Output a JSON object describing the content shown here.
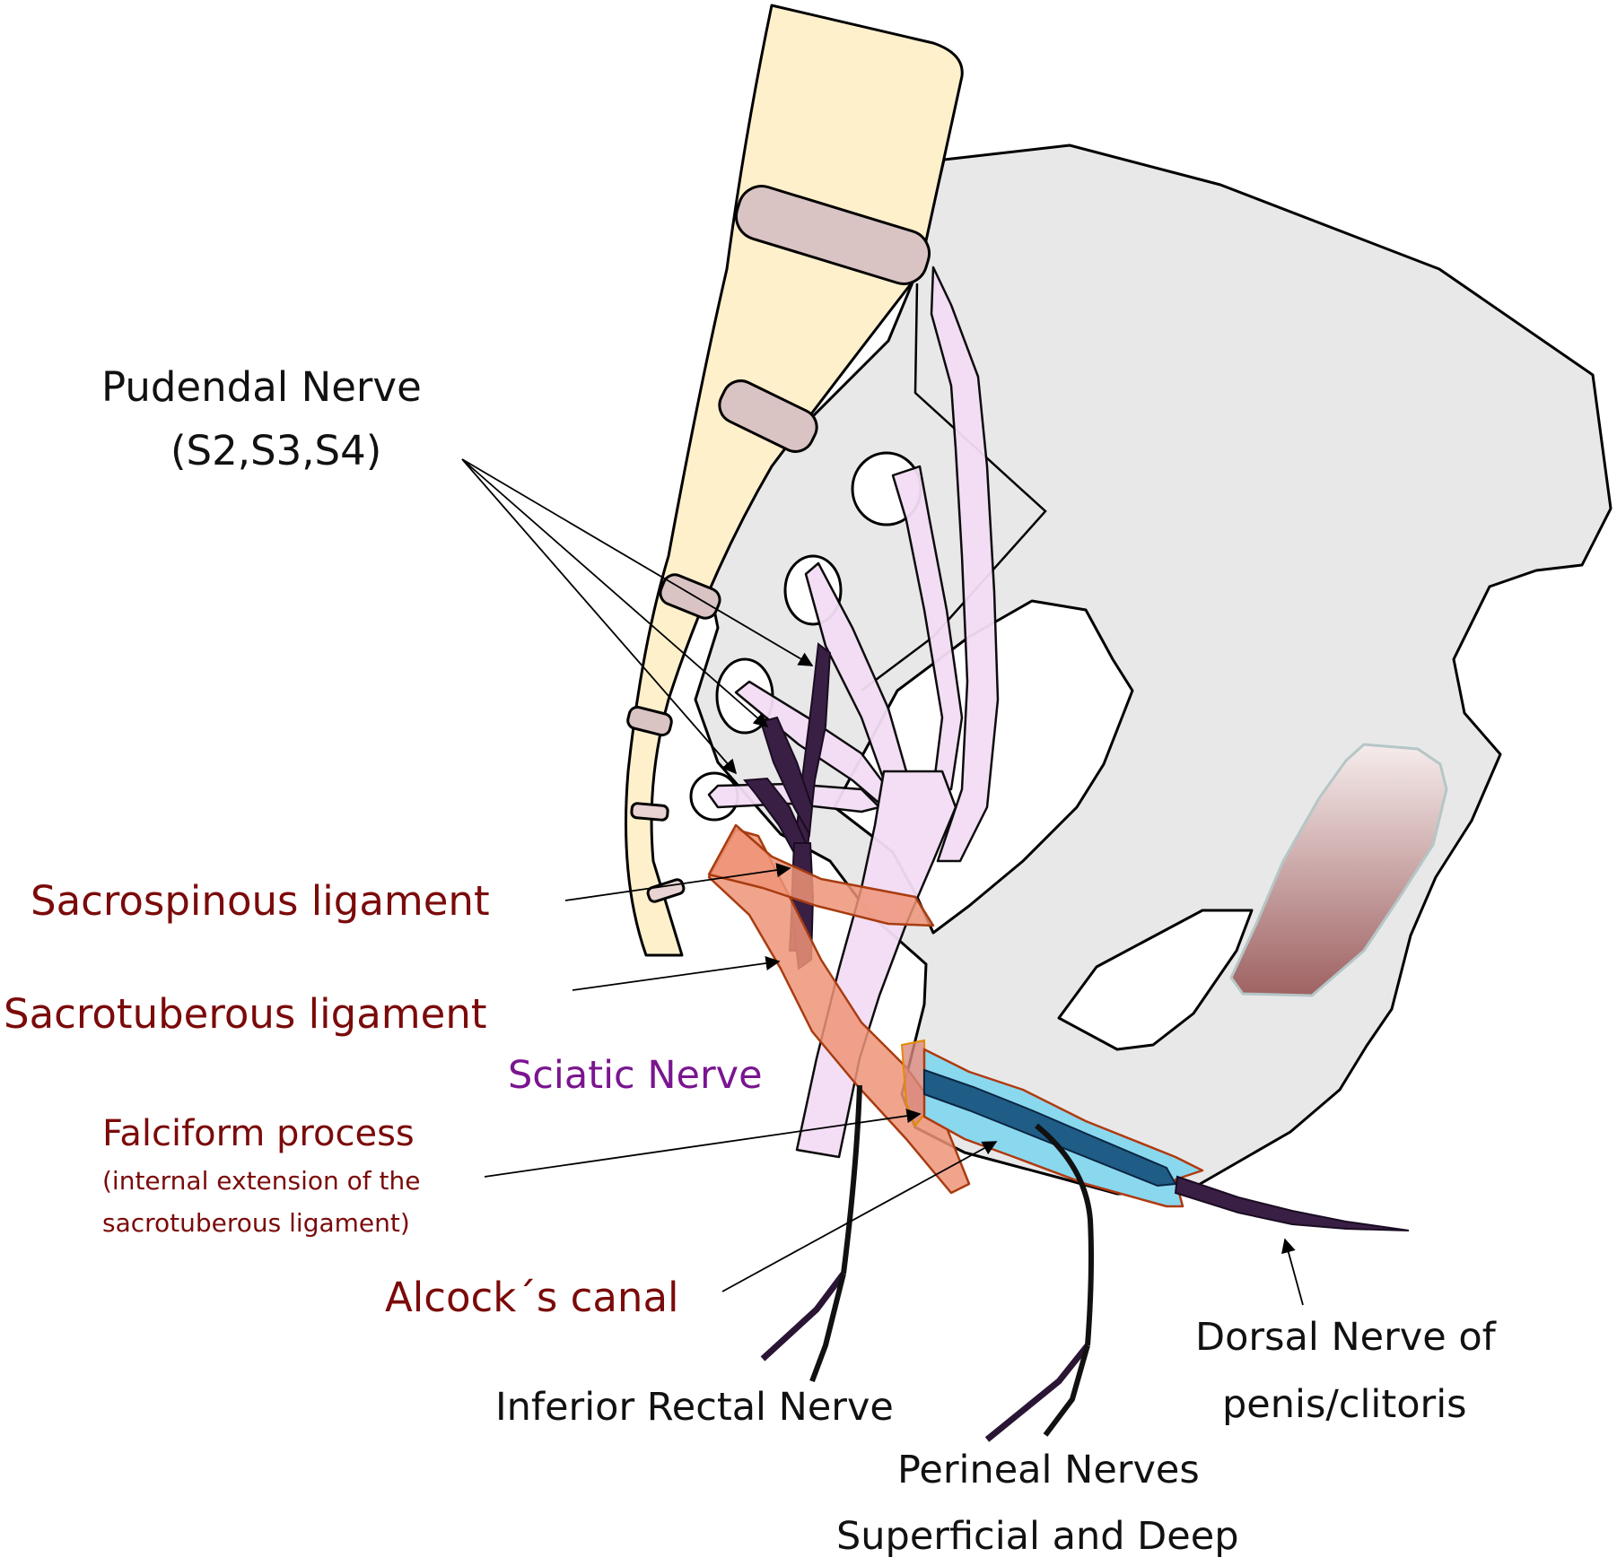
{
  "figure": {
    "type": "anatomical-diagram",
    "subject": "Pudendal nerve anatomy with pelvic ligaments and Alcock's canal"
  },
  "colors": {
    "background": "#ffffff",
    "bone": "#e8e8e8",
    "sacrum": "#fff0cc",
    "disc": "#d9c3c3",
    "sciatic_nerve": "#f3ddf5",
    "pudendal_nerve": "#3a1f45",
    "ligament": "#ef9478",
    "ligament_stroke": "#a83c10",
    "canal_outer": "#8ad8ee",
    "canal_inner": "#1f5c86",
    "muscle_top": "#f6eaea",
    "muscle_bottom": "#9f6464",
    "label_black": "#111111",
    "label_red": "#7b0a0a",
    "label_purple": "#7a1590"
  },
  "labels": {
    "pudendal": {
      "line1": "Pudendal Nerve",
      "line2": "(S2,S3,S4)"
    },
    "sacrospinous": "Sacrospinous ligament",
    "sacrotuberous": "Sacrotuberous ligament",
    "sciatic": "Sciatic Nerve",
    "falciform": {
      "line1": "Falciform process",
      "line2": "(internal extension of the",
      "line3": "sacrotuberous ligament)"
    },
    "alcock": "Alcock´s canal",
    "inferior_rectal": "Inferior Rectal Nerve",
    "perineal": {
      "line1": "Perineal Nerves",
      "line2": "Superficial and Deep"
    },
    "dorsal": {
      "line1": "Dorsal Nerve of",
      "line2": "penis/clitoris"
    }
  }
}
